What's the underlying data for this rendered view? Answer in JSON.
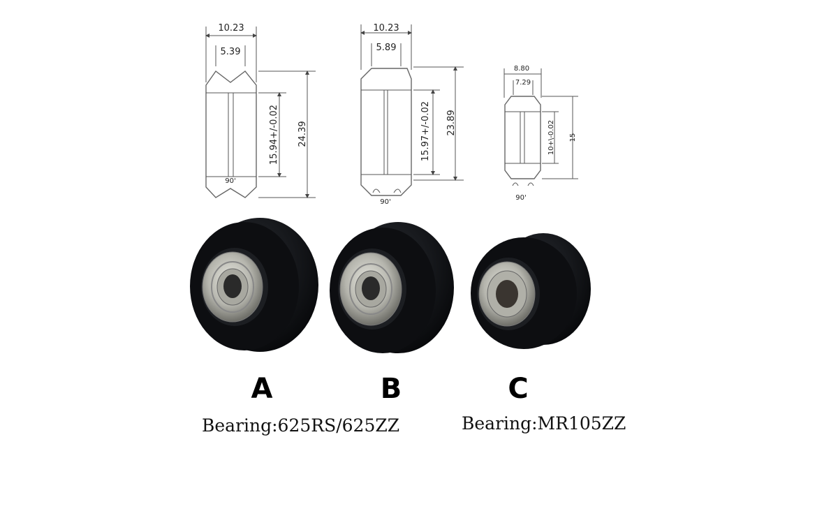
{
  "drawings": {
    "a": {
      "outer_width": "10.23",
      "inner_width": "5.39",
      "bearing_span": "15.94+/-0.02",
      "height": "24.39",
      "angle": "90'"
    },
    "b": {
      "outer_width": "10.23",
      "inner_width": "5.89",
      "bearing_span": "15.97+/-0.02",
      "height": "23.89",
      "angle": "90'"
    },
    "c": {
      "outer_width": "8.80",
      "inner_width": "7.29",
      "bearing_span": "10+\\-0.02",
      "height": "15",
      "angle": "90'"
    }
  },
  "wheels": [
    {
      "letter": "A",
      "color": "#111111"
    },
    {
      "letter": "B",
      "color": "#111111"
    },
    {
      "letter": "C",
      "color": "#111111"
    }
  ],
  "captions": {
    "ab": "Bearing:625RS/625ZZ",
    "c": "Bearing:MR105ZZ"
  }
}
